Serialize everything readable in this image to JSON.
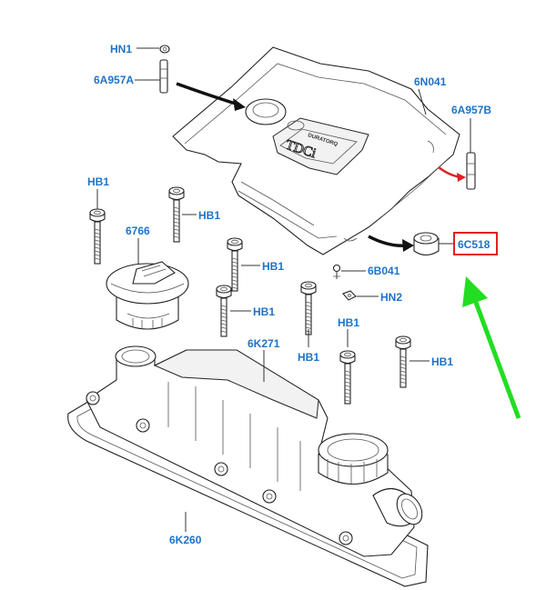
{
  "colors": {
    "label": "#1e73c8",
    "highlight_box": "#e02020",
    "green_arrow": "#22dd22",
    "red_arrow": "#e02020"
  },
  "diagram": {
    "labels": {
      "hn1": "HN1",
      "a957a": "6A957A",
      "n041": "6N041",
      "a957b": "6A957B",
      "hb1_left": "HB1",
      "hb1_screw_a": "HB1",
      "hb1_screw_b": "HB1",
      "hb1_screw_c": "HB1",
      "hb1_screw_d": "HB1",
      "hb1_screw_e": "HB1",
      "hb1_screw_f": "HB1",
      "cap": "6766",
      "b041": "6B041",
      "c518": "6C518",
      "hn2": "HN2",
      "k271": "6K271",
      "k260": "6K260"
    },
    "cover_text": {
      "brand": "DURATORQ",
      "badge": "TDCi"
    }
  }
}
